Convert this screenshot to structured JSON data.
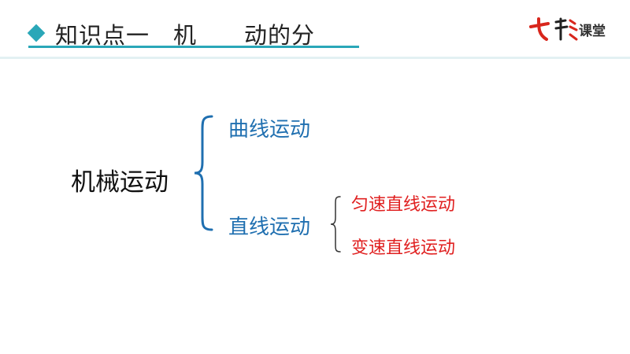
{
  "header": {
    "title": "知识点一　机　　动的分",
    "logo_text": "课堂"
  },
  "diagram": {
    "root": "机械运动",
    "branches": [
      {
        "label": "曲线运动",
        "children": []
      },
      {
        "label": "直线运动",
        "children": [
          "匀速直线运动",
          "变速直线运动"
        ]
      }
    ]
  },
  "colors": {
    "accent": "#2aa7b8",
    "branch": "#1f6fb0",
    "leaf": "#e02020"
  }
}
